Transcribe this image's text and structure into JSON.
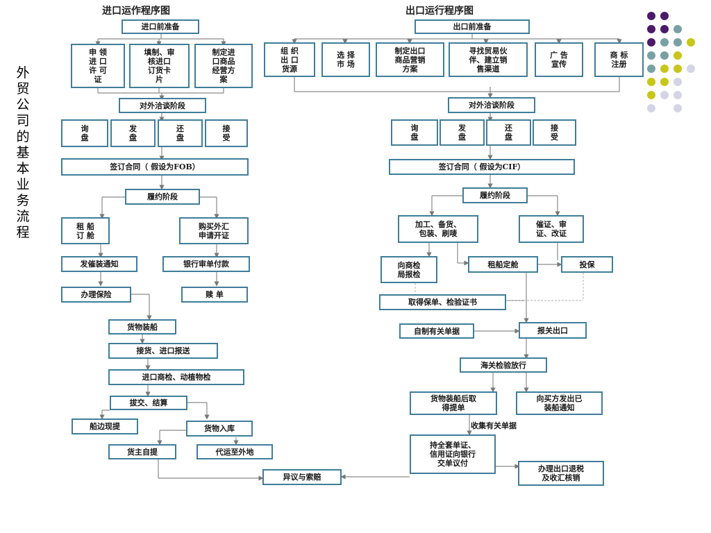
{
  "page": {
    "side_title": "外贸公司的基本业务流程"
  },
  "import_flow": {
    "title": "进口运作程序图",
    "prep": "进口前准备",
    "prep_items": [
      "申 领\n进 口\n许 可\n证",
      "填制、审\n核进口\n订货卡\n片",
      "制定进\n口商品\n经营方\n案"
    ],
    "negotiation": "对外洽谈阶段",
    "nego_steps": [
      "询\n盘",
      "发\n盘",
      "还\n盘",
      "接\n受"
    ],
    "contract": "签订合同（ 假设为FOB）",
    "performance": "履约阶段",
    "charter": "租 船\n订 舱",
    "buy_fx": "购买外汇\n申请开证",
    "shipping_notice": "发催装通知",
    "bank_review": "银行审单付款",
    "insurance": "办理保险",
    "redeem": "赎    单",
    "loading": "货物装船",
    "pickup": "接货、进口报送",
    "inspection": "进口商检、动植物检",
    "handover": "拔交、结算",
    "ship_side": "船边现提",
    "warehouse": "货物入库",
    "owner_pickup": "货主自提",
    "forward": "代运至外地",
    "claim": "异议与索赔"
  },
  "export_flow": {
    "title": "出口运行程序图",
    "prep": "出口前准备",
    "prep_items": [
      "组 织\n出 口\n货源",
      "选  择\n市  场",
      "制定出口\n商品营销\n方案",
      "寻找贸易伙\n伴、建立销\n售渠道",
      "广  告\n宣传",
      "商  标\n注册"
    ],
    "negotiation": "对外洽谈阶段",
    "nego_steps": [
      "询\n盘",
      "发\n盘",
      "还\n盘",
      "接\n受"
    ],
    "contract": "签订合同（ 假设为CIF）",
    "performance": "履约阶段",
    "processing": "加工、备货、\n包装、刷唛",
    "lc_check": "催证、审\n证、改证",
    "inspection_apply": "向商检\n局报检",
    "charter": "租船定舱",
    "insure": "投保",
    "certificate": "取得保单、检验证书",
    "docs": "自制有关单据",
    "customs": "报关出口",
    "release": "海关检验放行",
    "bill": "货物装船后取\n得提单",
    "notice": "向买方发出已\n装船通知",
    "collect_label": "收集有关单据",
    "negotiate_docs": "持全套单证、\n信用证向银行\n交单议付",
    "tax_refund": "办理出口退税\n及收汇核销"
  },
  "decor_colors": {
    "purple": "#4b1a6b",
    "teal": "#79a1a3",
    "yellow": "#c8c619",
    "lavender": "#d4d4e6"
  }
}
